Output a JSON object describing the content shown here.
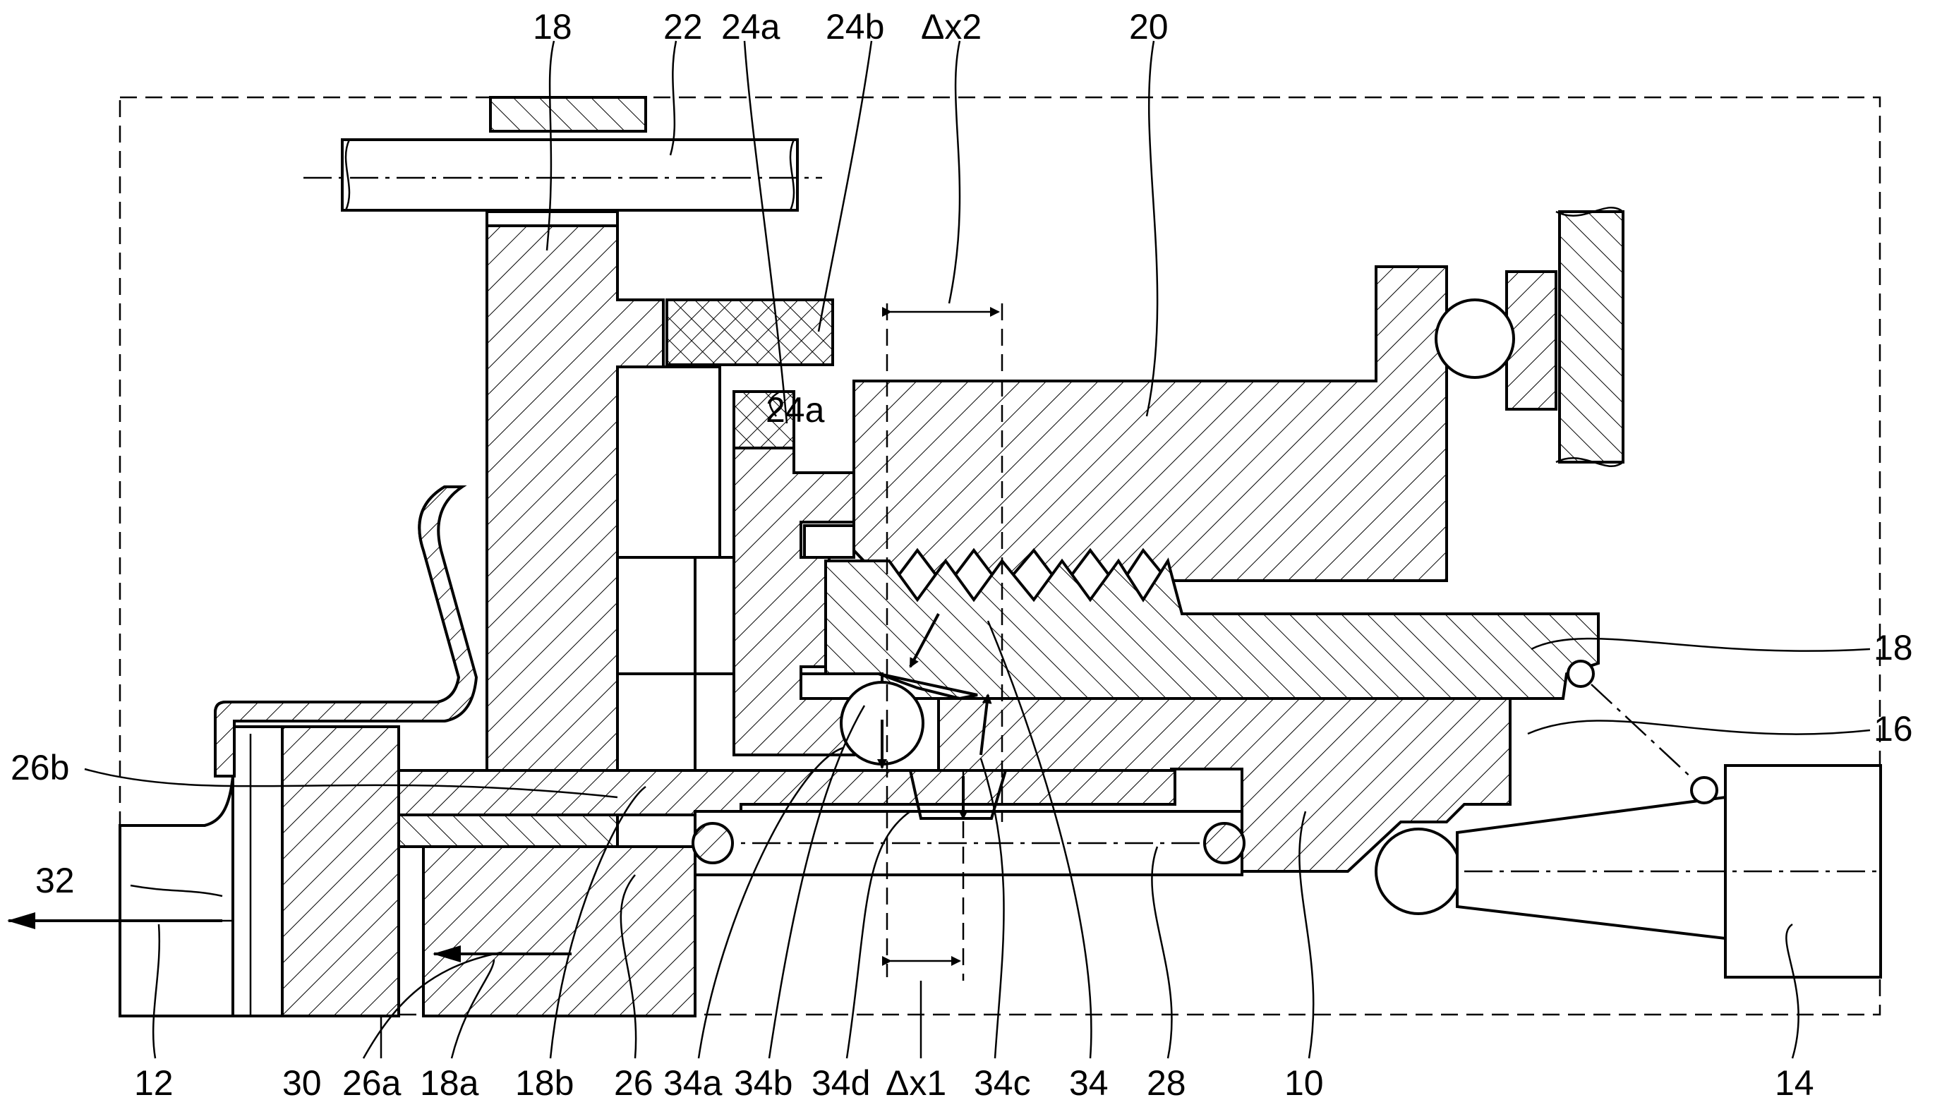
{
  "figure": {
    "labels": {
      "l18_top": "18",
      "l22": "22",
      "l24a_top": "24a",
      "l24b": "24b",
      "ldx2": "Δx2",
      "l20": "20",
      "l18_right": "18",
      "l16": "16",
      "l26b": "26b",
      "l32": "32",
      "l12": "12",
      "l30": "30",
      "l26a": "26a",
      "l18a": "18a",
      "l18b": "18b",
      "l26": "26",
      "l34a": "34a",
      "l34b": "34b",
      "l34d": "34d",
      "ldx1": "Δx1",
      "l34c": "34c",
      "l34": "34",
      "l28": "28",
      "l10": "10",
      "l14": "14",
      "l24a_mid": "24a"
    }
  }
}
